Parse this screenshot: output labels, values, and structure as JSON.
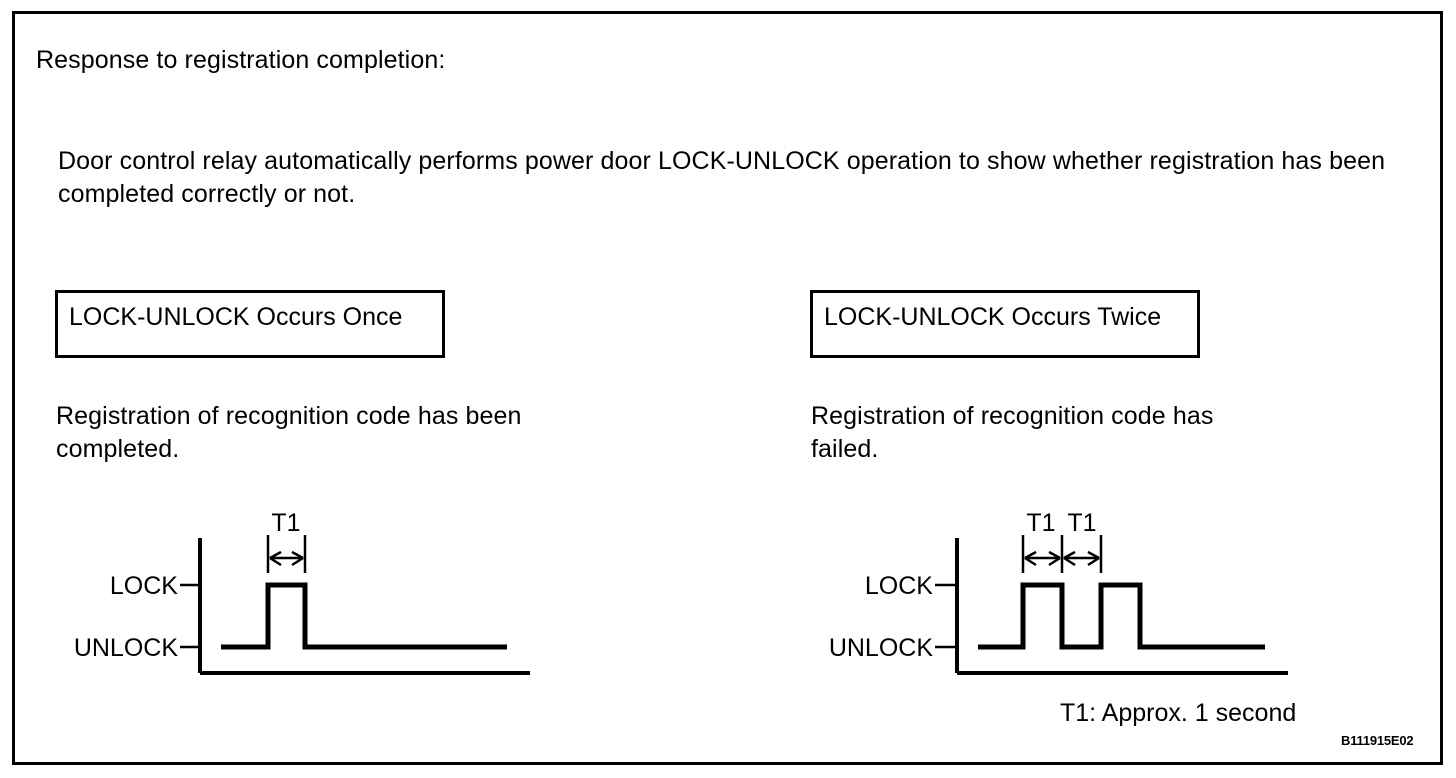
{
  "document": {
    "heading": "Response to registration completion:",
    "body": "Door control relay automatically performs power door LOCK-UNLOCK operation to show whether registration has been completed correctly or not.",
    "figure_id": "B111915E02",
    "timing_note": "T1: Approx. 1 second"
  },
  "columns": [
    {
      "box_label": "LOCK-UNLOCK Occurs Once",
      "caption": "Registration of recognition code has been completed.",
      "dimension_labels": [
        "T1"
      ],
      "axis_labels": {
        "high": "LOCK",
        "low": "UNLOCK"
      }
    },
    {
      "box_label": "LOCK-UNLOCK Occurs Twice",
      "caption": "Registration of recognition code has failed.",
      "dimension_labels": [
        "T1",
        "T1"
      ],
      "axis_labels": {
        "high": "LOCK",
        "low": "UNLOCK"
      }
    }
  ],
  "chart_data": [
    {
      "type": "line",
      "title": "LOCK-UNLOCK Occurs Once",
      "xlabel": "",
      "ylabel": "",
      "states": [
        "UNLOCK",
        "LOCK"
      ],
      "x": [
        0,
        1,
        1,
        2,
        2,
        6
      ],
      "values": [
        "UNLOCK",
        "UNLOCK",
        "LOCK",
        "LOCK",
        "UNLOCK",
        "UNLOCK"
      ],
      "pulses": [
        {
          "start": 1,
          "end": 2,
          "label": "T1"
        }
      ],
      "annotations": [
        "T1"
      ],
      "grid": false,
      "legend": "none"
    },
    {
      "type": "line",
      "title": "LOCK-UNLOCK Occurs Twice",
      "xlabel": "",
      "ylabel": "",
      "states": [
        "UNLOCK",
        "LOCK"
      ],
      "x": [
        0,
        1,
        1,
        2,
        2,
        3,
        3,
        4,
        4,
        6
      ],
      "values": [
        "UNLOCK",
        "UNLOCK",
        "LOCK",
        "LOCK",
        "UNLOCK",
        "UNLOCK",
        "LOCK",
        "LOCK",
        "UNLOCK",
        "UNLOCK"
      ],
      "pulses": [
        {
          "start": 1,
          "end": 2,
          "label": "T1"
        },
        {
          "start": 3,
          "end": 4,
          "label": "T1"
        }
      ],
      "annotations": [
        "T1",
        "T1"
      ],
      "grid": false,
      "legend": "none"
    }
  ]
}
